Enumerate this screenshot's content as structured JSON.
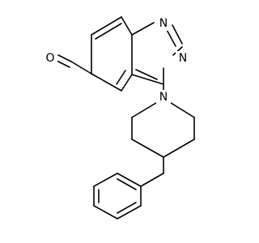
{
  "diagram": {
    "type": "chemical-structure",
    "atoms": {
      "quinazoline_n1": "N",
      "quinazoline_n3": "N",
      "piperidine_n": "N",
      "aldehyde_o": "O"
    },
    "colors": {
      "bond": "#000000",
      "label": "#000000",
      "background": "#ffffff"
    }
  }
}
